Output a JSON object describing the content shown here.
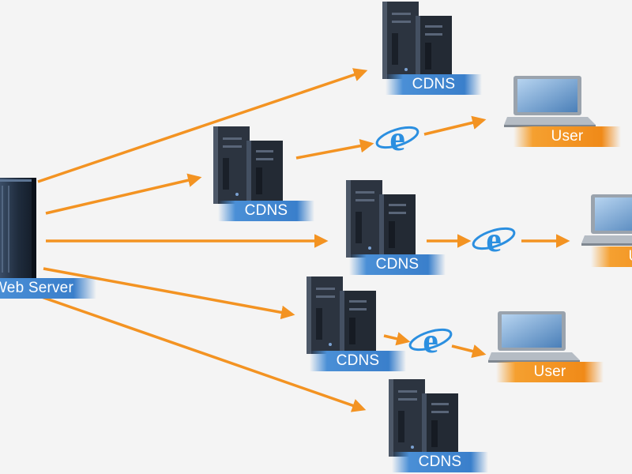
{
  "web_server": {
    "label": "Web Server"
  },
  "cdns": [
    {
      "label": "CDNS"
    },
    {
      "label": "CDNS"
    },
    {
      "label": "CDNS"
    },
    {
      "label": "CDNS"
    },
    {
      "label": "CDNS"
    }
  ],
  "users": [
    {
      "label": "User"
    },
    {
      "label": "User"
    },
    {
      "label": "User"
    }
  ],
  "colors": {
    "arrow": "#f39322",
    "cdns_label": "#3a7fcb",
    "user_label": "#f08a18",
    "server_body": "#1e2a3a",
    "ie_icon": "#2b8fe0"
  },
  "icons": [
    "tower-server-icon",
    "laptop-icon",
    "internet-explorer-icon"
  ]
}
